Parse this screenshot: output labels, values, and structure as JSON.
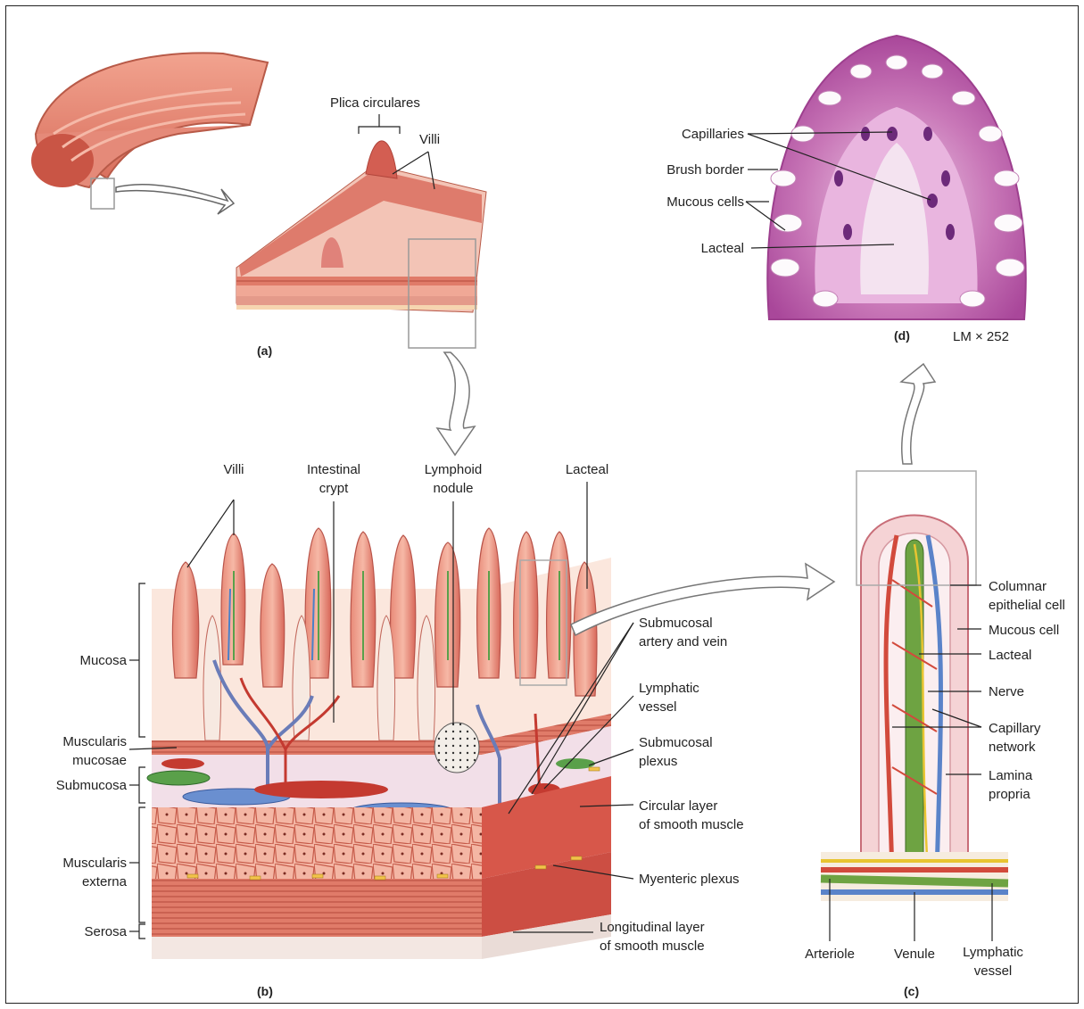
{
  "panel_tags": {
    "a": "(a)",
    "b": "(b)",
    "c": "(c)",
    "d": "(d)"
  },
  "magnification": "LM × 252",
  "panel_a": {
    "plica": "Plica circulares",
    "villi": "Villi"
  },
  "panel_d": {
    "capillaries": "Capillaries",
    "brush_border": "Brush border",
    "mucous_cells": "Mucous cells",
    "lacteal": "Lacteal"
  },
  "panel_b": {
    "villi": "Villi",
    "crypt_1": "Intestinal",
    "crypt_2": "crypt",
    "lymphoid_1": "Lymphoid",
    "lymphoid_2": "nodule",
    "lacteal": "Lacteal",
    "mucosa": "Mucosa",
    "musc_mucosae_1": "Muscularis",
    "musc_mucosae_2": "mucosae",
    "submucosa": "Submucosa",
    "musc_externa_1": "Muscularis",
    "musc_externa_2": "externa",
    "serosa": "Serosa",
    "subm_artery_1": "Submucosal",
    "subm_artery_2": "artery and vein",
    "lymph_vessel_1": "Lymphatic",
    "lymph_vessel_2": "vessel",
    "subm_plexus_1": "Submucosal",
    "subm_plexus_2": "plexus",
    "circular_1": "Circular layer",
    "circular_2": "of smooth muscle",
    "myenteric": "Myenteric plexus",
    "longitudinal_1": "Longitudinal layer",
    "longitudinal_2": "of smooth muscle"
  },
  "panel_c": {
    "columnar_1": "Columnar",
    "columnar_2": "epithelial cell",
    "mucous_cell": "Mucous cell",
    "lacteal": "Lacteal",
    "nerve": "Nerve",
    "capillary_1": "Capillary",
    "capillary_2": "network",
    "lamina_1": "Lamina",
    "lamina_2": "propria",
    "arteriole": "Arteriole",
    "venule": "Venule",
    "lymphatic_1": "Lymphatic",
    "lymphatic_2": "vessel"
  }
}
